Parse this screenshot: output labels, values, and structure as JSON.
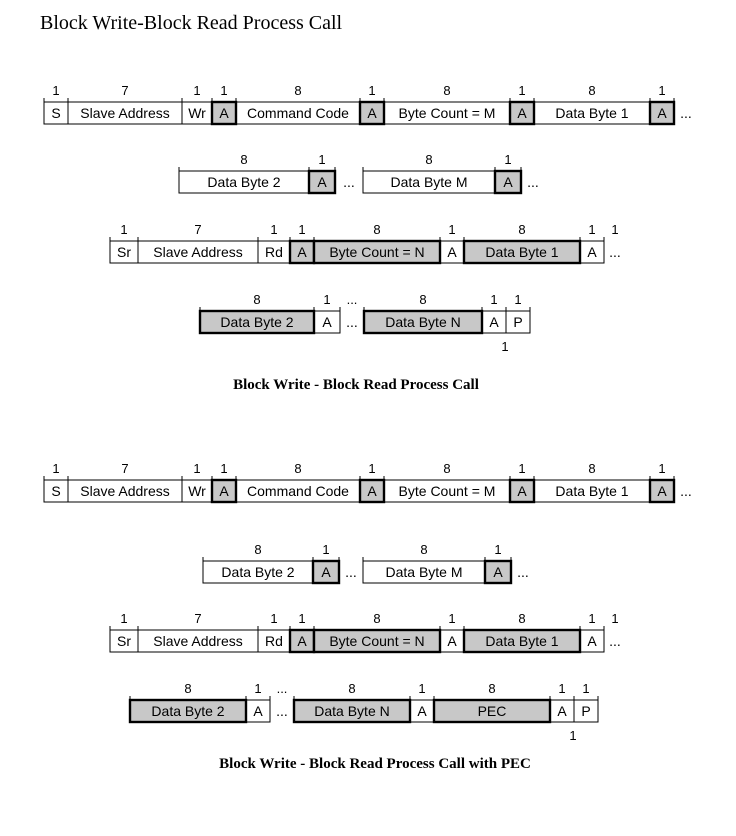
{
  "page_title": "Block Write-Block Read Process Call",
  "colors": {
    "shaded_fill": "#c8c8c8",
    "plain_fill": "#ffffff",
    "stroke": "#000000"
  },
  "diagrams": [
    {
      "caption": "Block Write - Block Read Process Call",
      "rows": [
        {
          "fields": [
            {
              "bits": "1",
              "label": "S",
              "shaded": false
            },
            {
              "bits": "7",
              "label": "Slave Address",
              "shaded": false
            },
            {
              "bits": "1",
              "label": "Wr",
              "shaded": false
            },
            {
              "bits": "1",
              "label": "A",
              "shaded": true
            },
            {
              "bits": "8",
              "label": "Command Code",
              "shaded": false
            },
            {
              "bits": "1",
              "label": "A",
              "shaded": true
            },
            {
              "bits": "8",
              "label": "Byte Count = M",
              "shaded": false
            },
            {
              "bits": "1",
              "label": "A",
              "shaded": true
            },
            {
              "bits": "8",
              "label": "Data Byte 1",
              "shaded": false
            },
            {
              "bits": "1",
              "label": "A",
              "shaded": true
            },
            {
              "bits": "",
              "label": "...",
              "shaded": false,
              "dots": true
            }
          ]
        },
        {
          "fields": [
            {
              "bits": "8",
              "label": "Data Byte 2",
              "shaded": false
            },
            {
              "bits": "1",
              "label": "A",
              "shaded": true
            },
            {
              "bits": "",
              "label": "...",
              "shaded": false,
              "dots": true
            },
            {
              "bits": "8",
              "label": "Data Byte M",
              "shaded": false
            },
            {
              "bits": "1",
              "label": "A",
              "shaded": true
            },
            {
              "bits": "",
              "label": "...",
              "shaded": false,
              "dots": true
            }
          ]
        },
        {
          "fields": [
            {
              "bits": "1",
              "label": "Sr",
              "shaded": false
            },
            {
              "bits": "7",
              "label": "Slave Address",
              "shaded": false
            },
            {
              "bits": "1",
              "label": "Rd",
              "shaded": false
            },
            {
              "bits": "1",
              "label": "A",
              "shaded": true
            },
            {
              "bits": "8",
              "label": "Byte Count = N",
              "shaded": true
            },
            {
              "bits": "1",
              "label": "A",
              "shaded": false
            },
            {
              "bits": "8",
              "label": "Data Byte 1",
              "shaded": true
            },
            {
              "bits": "1",
              "label": "A",
              "shaded": false
            },
            {
              "bits": "1",
              "label": "...",
              "shaded": false,
              "dots": true
            }
          ]
        },
        {
          "fields": [
            {
              "bits": "8",
              "label": "Data Byte 2",
              "shaded": true
            },
            {
              "bits": "1",
              "label": "A",
              "shaded": false
            },
            {
              "bits": "...",
              "label": "...",
              "shaded": false,
              "dots": true
            },
            {
              "bits": "8",
              "label": "Data Byte N",
              "shaded": true
            },
            {
              "bits": "1",
              "label": "A",
              "shaded": false,
              "bottom_bits": "1"
            },
            {
              "bits": "1",
              "label": "P",
              "shaded": false
            }
          ]
        }
      ]
    },
    {
      "caption": "Block Write - Block Read Process Call with PEC",
      "rows": [
        {
          "fields": [
            {
              "bits": "1",
              "label": "S",
              "shaded": false
            },
            {
              "bits": "7",
              "label": "Slave Address",
              "shaded": false
            },
            {
              "bits": "1",
              "label": "Wr",
              "shaded": false
            },
            {
              "bits": "1",
              "label": "A",
              "shaded": true
            },
            {
              "bits": "8",
              "label": "Command Code",
              "shaded": false
            },
            {
              "bits": "1",
              "label": "A",
              "shaded": true
            },
            {
              "bits": "8",
              "label": "Byte Count = M",
              "shaded": false
            },
            {
              "bits": "1",
              "label": "A",
              "shaded": true
            },
            {
              "bits": "8",
              "label": "Data Byte 1",
              "shaded": false
            },
            {
              "bits": "1",
              "label": "A",
              "shaded": true
            },
            {
              "bits": "",
              "label": "...",
              "shaded": false,
              "dots": true
            }
          ]
        },
        {
          "fields": [
            {
              "bits": "8",
              "label": "Data Byte 2",
              "shaded": false
            },
            {
              "bits": "1",
              "label": "A",
              "shaded": true
            },
            {
              "bits": "",
              "label": "...",
              "shaded": false,
              "dots": true
            },
            {
              "bits": "8",
              "label": "Data Byte M",
              "shaded": false
            },
            {
              "bits": "1",
              "label": "A",
              "shaded": true
            },
            {
              "bits": "",
              "label": "...",
              "shaded": false,
              "dots": true
            }
          ]
        },
        {
          "fields": [
            {
              "bits": "1",
              "label": "Sr",
              "shaded": false
            },
            {
              "bits": "7",
              "label": "Slave Address",
              "shaded": false
            },
            {
              "bits": "1",
              "label": "Rd",
              "shaded": false
            },
            {
              "bits": "1",
              "label": "A",
              "shaded": true
            },
            {
              "bits": "8",
              "label": "Byte Count = N",
              "shaded": true
            },
            {
              "bits": "1",
              "label": "A",
              "shaded": false
            },
            {
              "bits": "8",
              "label": "Data Byte 1",
              "shaded": true
            },
            {
              "bits": "1",
              "label": "A",
              "shaded": false
            },
            {
              "bits": "1",
              "label": "...",
              "shaded": false,
              "dots": true
            }
          ]
        },
        {
          "fields": [
            {
              "bits": "8",
              "label": "Data Byte 2",
              "shaded": true
            },
            {
              "bits": "1",
              "label": "A",
              "shaded": false
            },
            {
              "bits": "...",
              "label": "...",
              "shaded": false,
              "dots": true
            },
            {
              "bits": "8",
              "label": "Data Byte N",
              "shaded": true
            },
            {
              "bits": "1",
              "label": "A",
              "shaded": false
            },
            {
              "bits": "8",
              "label": "PEC",
              "shaded": true
            },
            {
              "bits": "1",
              "label": "A",
              "shaded": false,
              "bottom_bits": "1"
            },
            {
              "bits": "1",
              "label": "P",
              "shaded": false
            }
          ]
        }
      ]
    }
  ]
}
